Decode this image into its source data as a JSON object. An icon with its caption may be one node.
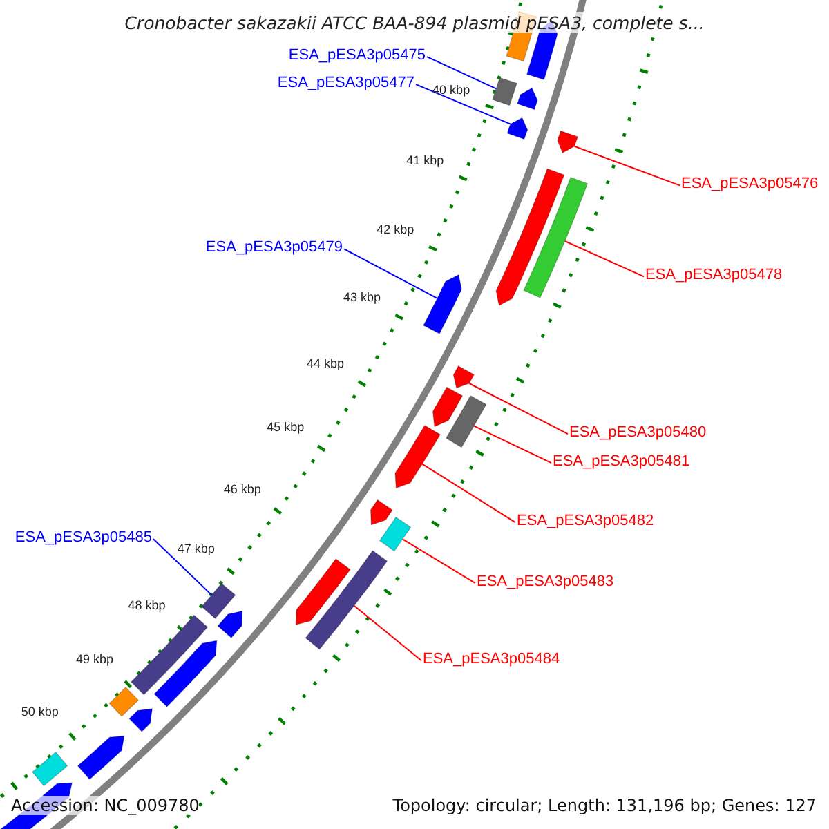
{
  "diagram": {
    "title": "Cronobacter sakazakii ATCC BAA-894 plasmid pESA3, complete s...",
    "nodes": [
      {
        "text": [
          "ESA_pESA3p05475"
        ]
      },
      {
        "text": [],
        "shape": "bar"
      },
      {
        "text": [
          "ESA_pESA3p05477"
        ]
      },
      {
        "text": [],
        "shape": "bar"
      },
      {
        "text": [
          "ESA_pESA3p05476"
        ]
      },
      {
        "text": [],
        "shape": "bar"
      },
      {
        "text": [
          "ESA_pESA3p05479"
        ]
      },
      {
        "text": [],
        "shape": "bar"
      },
      {
        "text": [
          "ESA_pESA3p05478"
        ]
      },
      {
        "text": [],
        "shape": "bar"
      },
      {
        "text": [
          "ESA_pESA3p05480"
        ]
      },
      {
        "text": [],
        "shape": "bar"
      },
      {
        "text": [
          "ESA_pESA3p05481"
        ]
      },
      {
        "text": [],
        "shape": "bar"
      },
      {
        "text": [
          "ESA_pESA3p05482"
        ]
      },
      {
        "text": [],
        "shape": "bar"
      },
      {
        "text": [
          "ESA_pESA3p05485"
        ]
      },
      {
        "text": [],
        "shape": "bar"
      },
      {
        "text": [
          "ESA_pESA3p05483"
        ]
      },
      {
        "text": [],
        "shape": "bar"
      },
      {
        "text": [
          "ESA_pESA3p05484"
        ]
      },
      {
        "text": [],
        "shape": "bar"
      },
      {
        "text": [],
        "shape": "bar"
      },
      {
        "text": [],
        "shape": "bar"
      },
      {
        "text": [],
        "shape": "bar"
      },
      {
        "text": [],
        "shape": "bar"
      },
      {
        "text": [],
        "shape": "bar"
      },
      {
        "text": [],
        "shape": "bar"
      },
      {
        "text": [],
        "shape": "bar"
      },
      {
        "text": [],
        "shape": "bar"
      },
      {
        "text": [],
        "shape": "bar"
      },
      {
        "text": [],
        "shape": "bar"
      },
      {
        "text": [],
        "shape": "bar"
      },
      {
        "text": [],
        "shape": "bar"
      },
      {
        "text": [],
        "shape": "bar"
      },
      {
        "text": [],
        "shape": "bar"
      },
      {
        "text": [],
        "shape": "bar"
      }
    ],
    "edges": [
      {
        "from": 0,
        "to": 1,
        "arrow": "none",
        "color": "#0000ff"
      },
      {
        "from": 2,
        "to": 3,
        "arrow": "none",
        "color": "#0000ff"
      },
      {
        "from": 4,
        "to": 5,
        "arrow": "none"
      },
      {
        "from": 6,
        "to": 7,
        "arrow": "none",
        "color": "#0000ff"
      },
      {
        "from": 8,
        "to": 9,
        "arrow": "none"
      },
      {
        "from": 10,
        "to": 11,
        "arrow": "none"
      },
      {
        "from": 12,
        "to": 13,
        "arrow": "none"
      },
      {
        "from": 14,
        "to": 15,
        "arrow": "none"
      },
      {
        "from": 16,
        "to": 17,
        "arrow": "none",
        "color": "#0000ff"
      },
      {
        "from": 18,
        "to": 19,
        "arrow": "none"
      },
      {
        "from": 20,
        "to": 21,
        "arrow": "none"
      }
    ],
    "labels": [
      "40 kbp",
      "41 kbp",
      "42 kbp",
      "43 kbp",
      "44 kbp",
      "45 kbp",
      "46 kbp",
      "47 kbp",
      "48 kbp",
      "49 kbp",
      "50 kbp",
      "Accession: NC_009780",
      "Topology: circular; Length: 131,196 bp; Genes: 127"
    ]
  }
}
